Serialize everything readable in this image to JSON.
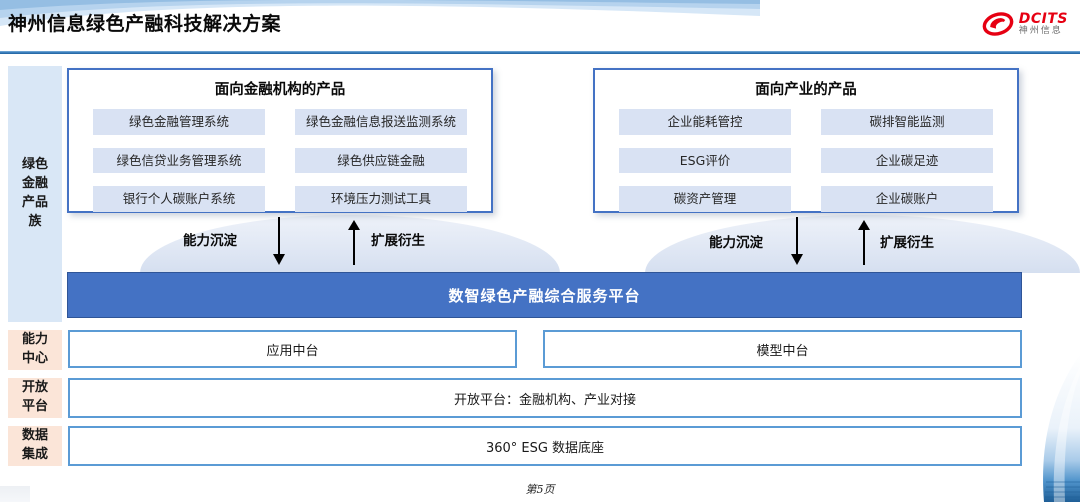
{
  "header": {
    "title": "神州信息绿色产融科技解决方案",
    "logo": {
      "brand": "DCITS",
      "brand_cn": "神州信息"
    }
  },
  "sidebar": {
    "product_family": "绿色\n金融\n产品\n族",
    "capability_center": "能力\n中心",
    "open_platform": "开放\n平台",
    "data_integration": "数据\n集成"
  },
  "financial_box": {
    "title": "面向金融机构的产品",
    "items": [
      "绿色金融管理系统",
      "绿色金融信息报送监测系统",
      "绿色信贷业务管理系统",
      "绿色供应链金融",
      "银行个人碳账户系统",
      "环境压力测试工具"
    ]
  },
  "industry_box": {
    "title": "面向产业的产品",
    "items": [
      "企业能耗管控",
      "碳排智能监测",
      "ESG评价",
      "企业碳足迹",
      "碳资产管理",
      "企业碳账户"
    ]
  },
  "arrows": {
    "left": {
      "down_label": "能力沉淀",
      "up_label": "扩展衍生"
    },
    "right": {
      "down_label": "能力沉淀",
      "up_label": "扩展衍生"
    }
  },
  "platform": {
    "title": "数智绿色产融综合服务平台"
  },
  "middle_row": {
    "left": "应用中台",
    "right": "模型中台"
  },
  "open_row": {
    "label": "开放平台：金融机构、产业对接"
  },
  "data_row": {
    "label": "360° ESG 数据底座"
  },
  "footer": {
    "page": "第5页"
  },
  "colors": {
    "accent_blue": "#4472C4",
    "item_blue": "#D9E2F3",
    "sidebar_blue": "#D9E7F6",
    "sidebar_peach": "#FBE5D8",
    "border_blue": "#5B9BD5",
    "rule_blue": "#2E75B6",
    "brand_red": "#E60012"
  }
}
